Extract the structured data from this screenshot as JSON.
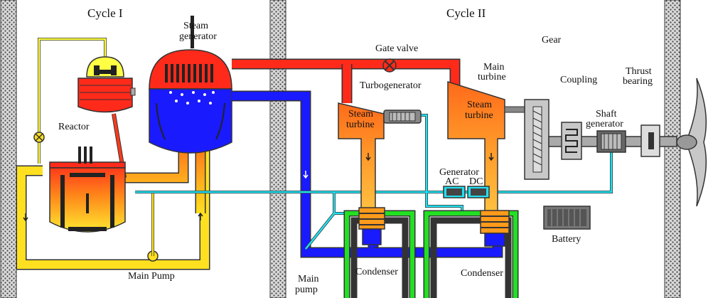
{
  "labels": {
    "cycle_1": "Cycle I",
    "cycle_2": "Cycle II",
    "steam_generator_1": "Steam",
    "steam_generator_2": "generator",
    "reactor": "Reactor",
    "main_pump_1": "Main Pump",
    "gate_valve": "Gate valve",
    "turbogenerator": "Turbogenerator",
    "steam_turbine_1a": "Steam",
    "steam_turbine_1b": "turbine",
    "main_turbine_1": "Main",
    "main_turbine_2": "turbine",
    "steam_turbine_2a": "Steam",
    "steam_turbine_2b": "turbine",
    "gear": "Gear",
    "coupling": "Coupling",
    "thrust_bearing_1": "Thrust",
    "thrust_bearing_2": "bearing",
    "shaft_generator_1": "Shaft",
    "shaft_generator_2": "generator",
    "generator": "Generator",
    "ac": "AC",
    "dc": "DC",
    "battery": "Battery",
    "condenser_1": "Condenser",
    "condenser_2": "Condenser",
    "main_pump_2a": "Main",
    "main_pump_2b": "pump"
  },
  "colors": {
    "hot_steam": "#ff2a1a",
    "cold_water": "#1a1aff",
    "signal_line": "#22e0f0",
    "control_line": "#ffff44",
    "cooling_water": "#22e022",
    "turbine_orange": "#ff8c1a",
    "gray_equipment": "#c8c8c8",
    "bulkhead": "#c0c0c0"
  }
}
